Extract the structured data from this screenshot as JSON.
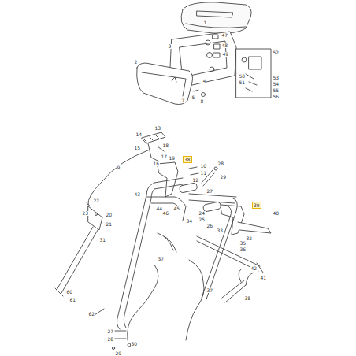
{
  "diagram": {
    "nodes": [
      {
        "text": [
          "38"
        ]
      },
      {
        "text": [
          "39"
        ]
      }
    ],
    "labels": [
      "1",
      "2",
      "3",
      "47",
      "48",
      "49",
      "50",
      "51",
      "52",
      "53",
      "54",
      "55",
      "56",
      "4",
      "5",
      "7",
      "8",
      "14",
      "13",
      "15",
      "16",
      "17",
      "19",
      "18",
      "9",
      "10",
      "11",
      "12",
      "28",
      "29",
      "27",
      "43",
      "22",
      "23",
      "20",
      "21",
      "31",
      "44",
      "45",
      "46",
      "24",
      "25",
      "26",
      "40",
      "35",
      "36",
      "42",
      "41",
      "37",
      "37",
      "38",
      "60",
      "61",
      "62",
      "27",
      "28",
      "30",
      "29",
      "32",
      "34",
      "33"
    ]
  }
}
